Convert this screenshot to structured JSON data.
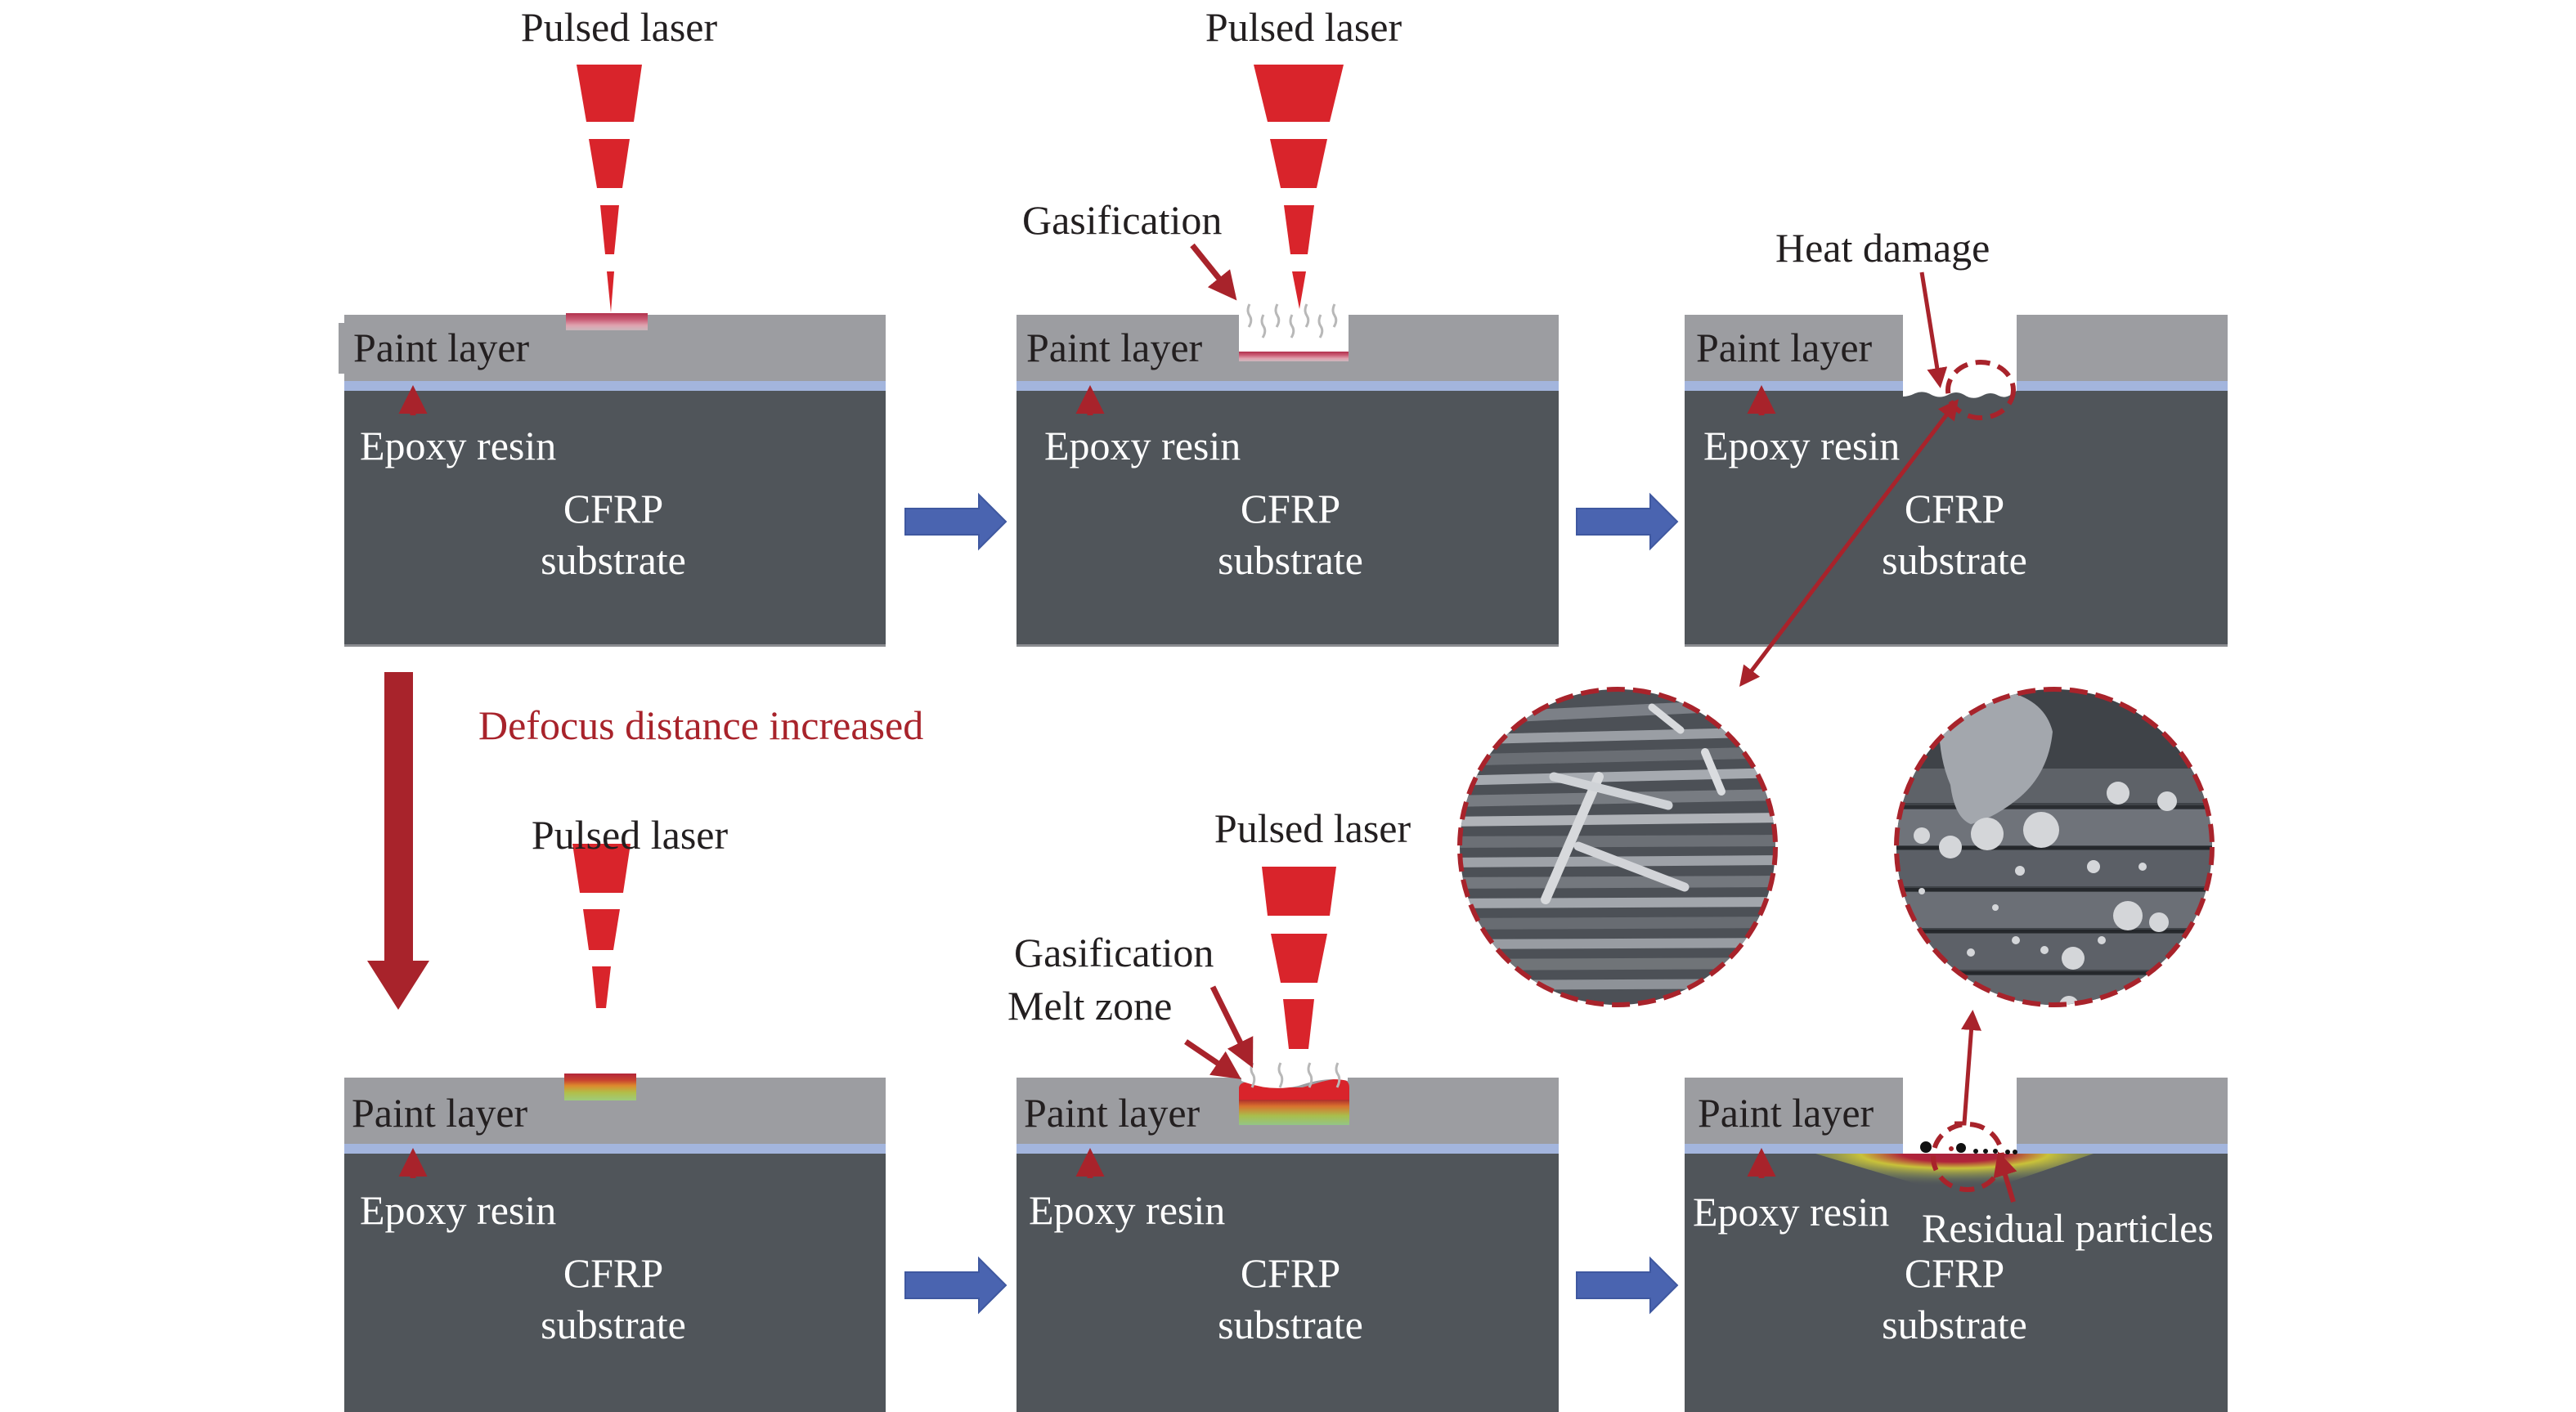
{
  "figure": {
    "type": "process-schematic",
    "description_labels": {
      "pulsed_laser": "Pulsed laser",
      "paint_layer": "Paint layer",
      "epoxy_resin": "Epoxy resin",
      "substrate_line1": "CFRP",
      "substrate_line2": "substrate",
      "gasification": "Gasification",
      "heat_damage": "Heat damage",
      "melt_zone": "Melt zone",
      "residual_particles": "Residual particles",
      "defocus": "Defocus distance increased"
    },
    "colors": {
      "laser": "#d9242b",
      "annotation_red": "#a8232b",
      "paint_layer": "#9c9da1",
      "epoxy_layer": "#a3b5dd",
      "substrate": "#50555a",
      "flow_arrow": "#4a64b0",
      "text_dark": "#231f20",
      "text_light": "#ffffff"
    },
    "rows": [
      {
        "name": "focused",
        "panels": [
          {
            "stage": "ablation-start",
            "labels": [
              "Pulsed laser",
              "Paint layer",
              "Epoxy resin",
              "CFRP",
              "substrate"
            ]
          },
          {
            "stage": "gasification",
            "labels": [
              "Pulsed laser",
              "Gasification",
              "Paint layer",
              "Epoxy resin",
              "CFRP",
              "substrate"
            ]
          },
          {
            "stage": "heat-damage",
            "labels": [
              "Heat damage",
              "Paint layer",
              "Epoxy resin",
              "CFRP",
              "substrate"
            ]
          }
        ]
      },
      {
        "name": "defocused",
        "panels": [
          {
            "stage": "ablation-start",
            "labels": [
              "Pulsed laser",
              "Paint layer",
              "Epoxy resin",
              "CFRP",
              "substrate"
            ]
          },
          {
            "stage": "gasification-melt",
            "labels": [
              "Pulsed laser",
              "Gasification",
              "Melt zone",
              "Paint layer",
              "Epoxy resin",
              "CFRP",
              "substrate"
            ]
          },
          {
            "stage": "residual-particles",
            "labels": [
              "Paint layer",
              "Epoxy resin",
              "Residual particles",
              "CFRP",
              "substrate"
            ]
          }
        ]
      }
    ],
    "sem_insets": [
      {
        "name": "sem-heat-damage",
        "links_to": "heat-damage"
      },
      {
        "name": "sem-residual-particles",
        "links_to": "residual-particles"
      }
    ]
  }
}
